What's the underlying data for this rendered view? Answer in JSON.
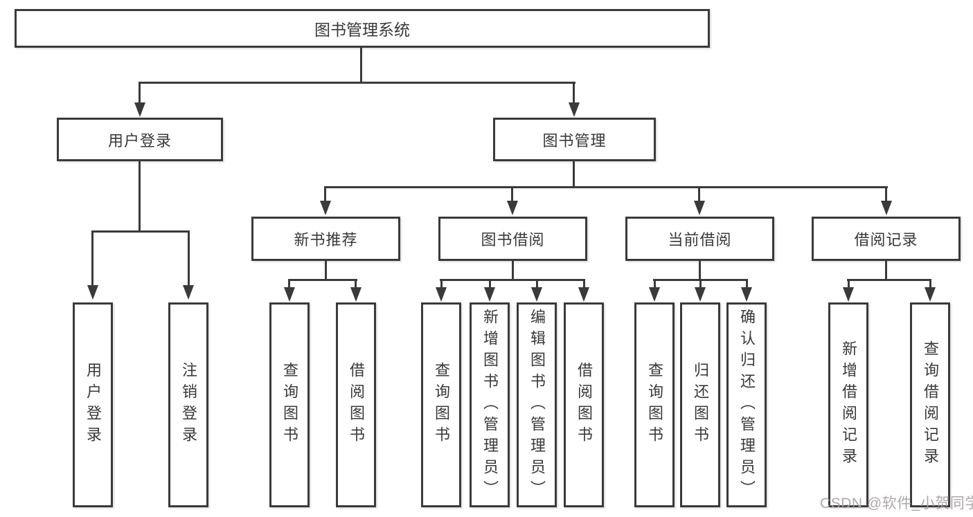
{
  "diagram": {
    "root": {
      "label": "图书管理系统"
    },
    "branches": [
      {
        "label": "用户登录",
        "children": [
          {
            "label": "用户登录"
          },
          {
            "label": "注销登录"
          }
        ]
      },
      {
        "label": "图书管理",
        "children": [
          {
            "label": "新书推荐",
            "children": [
              {
                "label": "查询图书"
              },
              {
                "label": "借阅图书"
              }
            ]
          },
          {
            "label": "图书借阅",
            "children": [
              {
                "label": "查询图书"
              },
              {
                "label": "新增图书（管理员）"
              },
              {
                "label": "编辑图书（管理员）"
              },
              {
                "label": "借阅图书"
              }
            ]
          },
          {
            "label": "当前借阅",
            "children": [
              {
                "label": "查询图书"
              },
              {
                "label": "归还图书"
              },
              {
                "label": "确认归还（管理员）"
              }
            ]
          },
          {
            "label": "借阅记录",
            "children": [
              {
                "label": "新增借阅记录"
              },
              {
                "label": "查询借阅记录"
              }
            ]
          }
        ]
      }
    ]
  },
  "watermark": {
    "text": "CSDN @软件_小贺同学"
  },
  "colors": {
    "line": "#3a3a3a",
    "text": "#383838",
    "background": "#ffffff",
    "watermark": "#a7a1a2"
  }
}
